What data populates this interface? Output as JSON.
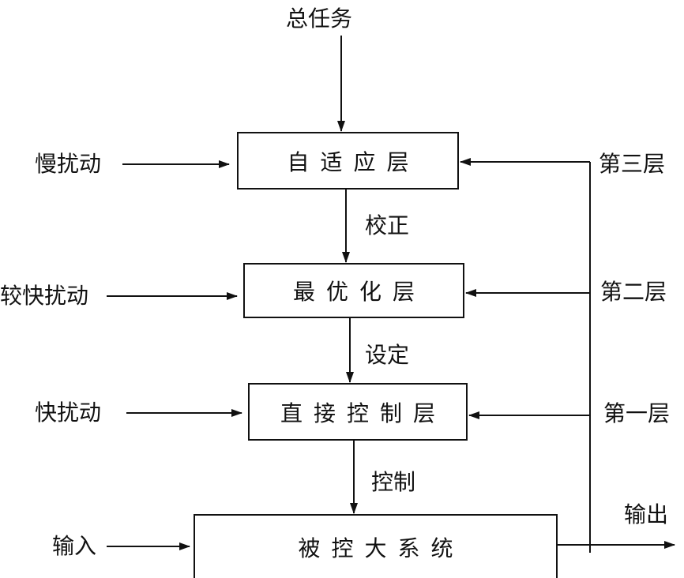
{
  "diagram": {
    "top_input": "总任务",
    "layers": [
      {
        "box": "自适应层",
        "disturbance": "慢扰动",
        "level": "第三层"
      },
      {
        "box": "最优化层",
        "disturbance": "较快扰动",
        "level": "第二层"
      },
      {
        "box": "直接控制层",
        "disturbance": "快扰动",
        "level": "第一层"
      }
    ],
    "links": [
      "校正",
      "设定",
      "控制"
    ],
    "plant": {
      "box": "被控大系统",
      "input": "输入",
      "output": "输出"
    }
  }
}
